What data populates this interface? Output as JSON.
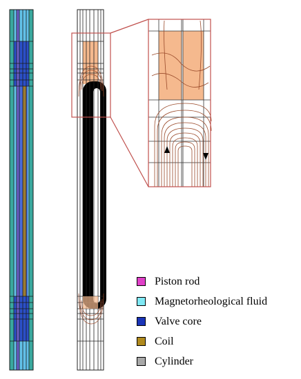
{
  "legend": {
    "items": [
      {
        "label": "Piston rod",
        "color": "#e040c8"
      },
      {
        "label": "Magnetorheological fluid",
        "color": "#7fe8f4"
      },
      {
        "label": "Valve core",
        "color": "#1a35b8"
      },
      {
        "label": "Coil",
        "color": "#b08a1e"
      },
      {
        "label": "Cylinder",
        "color": "#a8a8a8"
      }
    ]
  },
  "colors": {
    "fluid": "#62c0e8",
    "valve_core": "#2b4fc8",
    "cylinder_teal": "#3aa89e",
    "cylinder_grey": "#8fa8b0",
    "coil": "#9a7b32",
    "flux": "#9a4a2a",
    "coil_fill": "#f5b98e",
    "zoom_box": "#c0504d"
  }
}
